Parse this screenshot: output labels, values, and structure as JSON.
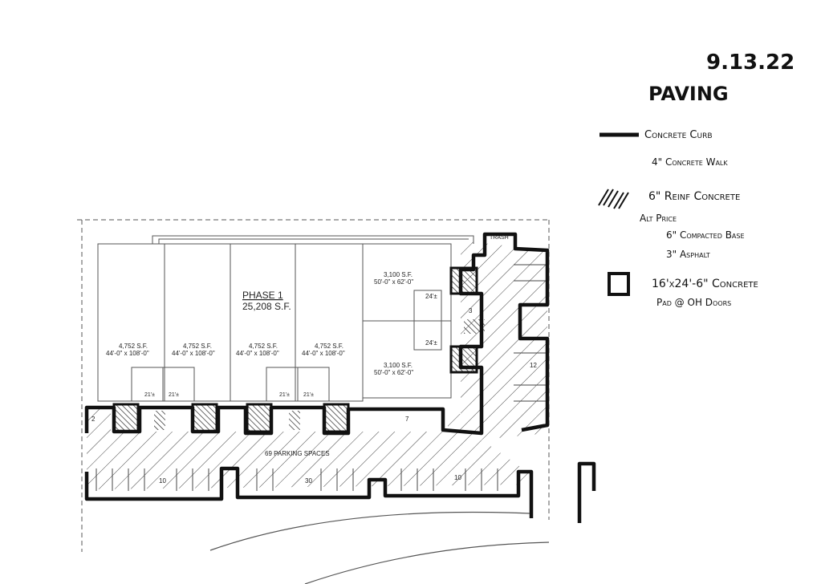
{
  "header": {
    "date": "9.13.22",
    "title": "PAVING"
  },
  "legend": {
    "items": [
      {
        "id": "curb",
        "swatch": "thick-line",
        "lines": [
          "Concrete Curb"
        ]
      },
      {
        "id": "walk",
        "swatch": "none",
        "lines": [
          "4\" Concrete Walk"
        ]
      },
      {
        "id": "reinf",
        "swatch": "hatch",
        "lines": [
          "6\" Reinf Concrete"
        ]
      },
      {
        "id": "asphalt",
        "swatch": "none",
        "lines": [
          "Alt Price",
          "6\" Compacted Base",
          "3\" Asphalt"
        ]
      },
      {
        "id": "pad",
        "swatch": "square",
        "lines": [
          "16'x24'-6\" Concrete",
          "Pad @ OH Doors"
        ]
      }
    ]
  },
  "plan": {
    "phase_title": "PHASE 1",
    "phase_area": "25,208 S.F.",
    "suites": [
      {
        "area": "4,752 S.F.",
        "dims": "44'-0\" x 108'-0\""
      },
      {
        "area": "4,752 S.F.",
        "dims": "44'-0\" x 108'-0\""
      },
      {
        "area": "4,752 S.F.",
        "dims": "44'-0\" x 108'-0\""
      },
      {
        "area": "4,752 S.F.",
        "dims": "44'-0\" x 108'-0\""
      }
    ],
    "east_suites": [
      {
        "area": "3,100 S.F.",
        "dims": "50'-0\" x 62'-0\""
      },
      {
        "area": "3,100 S.F.",
        "dims": "50'-0\" x 62'-0\""
      }
    ],
    "parking_label": "69 PARKING SPACES",
    "space_counts": [
      "2",
      "7",
      "10",
      "30",
      "10",
      "12",
      "3"
    ],
    "dimension_marks": [
      "24'±",
      "24'±",
      "21'±",
      "21'±",
      "21'±",
      "21'±"
    ],
    "trash_label": "TRASH"
  },
  "colors": {
    "ink": "#111111",
    "cad": "#555555",
    "paper": "#ffffff"
  }
}
